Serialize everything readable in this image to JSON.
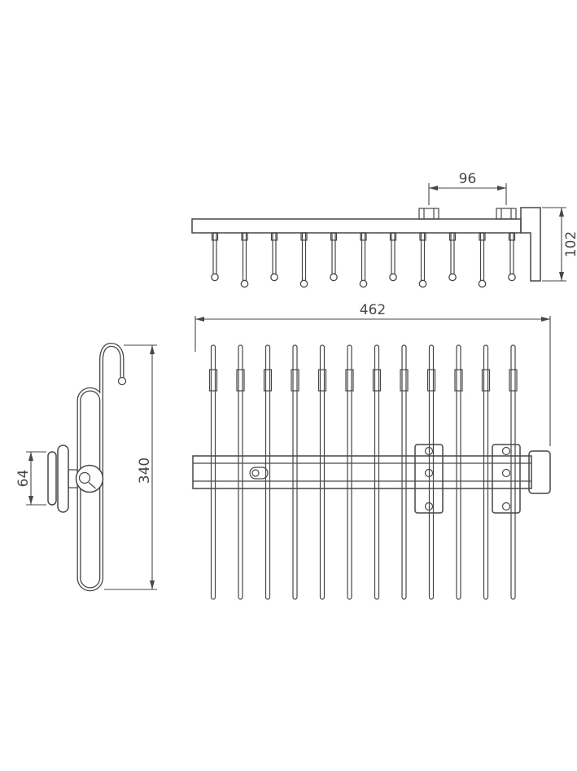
{
  "drawing": {
    "background": "#ffffff",
    "line_color": "#474747",
    "views": {
      "side_elevation": {
        "pin_count": 11
      },
      "plan": {
        "prong_count": 12
      },
      "profile": {}
    },
    "dimensions": {
      "bracket_spacing_mm": "96",
      "mount_height_mm": "102",
      "overall_width_mm": "462",
      "overall_depth_mm": "340",
      "plate_height_mm": "64"
    }
  }
}
